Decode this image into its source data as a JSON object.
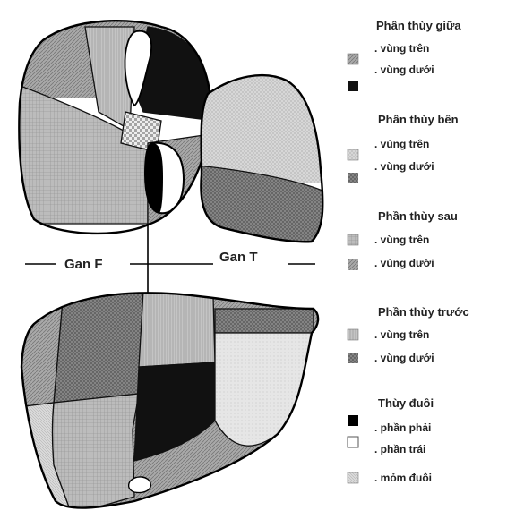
{
  "liver_labels": {
    "right_liver": "Gan F",
    "left_liver": "Gan T"
  },
  "legend": [
    {
      "group": "Phần thùy giữa",
      "items": [
        {
          "label": ". vùng trên",
          "swatch": "medium-gray-hatch"
        },
        {
          "label": ". vùng dưới",
          "swatch": "black"
        }
      ]
    },
    {
      "group": "Phần thùy bên",
      "items": [
        {
          "label": ". vùng trên",
          "swatch": "light-gray-dots"
        },
        {
          "label": ". vùng dưới",
          "swatch": "dark-gray"
        }
      ]
    },
    {
      "group": "Phần thùy sau",
      "items": [
        {
          "label": ". vùng trên",
          "swatch": "light-gray-grid"
        },
        {
          "label": ". vùng dưới",
          "swatch": "gray-hatch"
        }
      ]
    },
    {
      "group": "Phần thùy trước",
      "items": [
        {
          "label": ". vùng trên",
          "swatch": "light-gray-vertical"
        },
        {
          "label": ". vùng dưới",
          "swatch": "dark-gray-crosshatch"
        }
      ]
    },
    {
      "group": "Thùy đuôi",
      "items": [
        {
          "label": ". phần phải",
          "swatch": "black"
        },
        {
          "label": ". phần trái",
          "swatch": "white"
        },
        {
          "label": ". mỏm đuôi",
          "swatch": "light-gray-fine"
        }
      ]
    }
  ]
}
